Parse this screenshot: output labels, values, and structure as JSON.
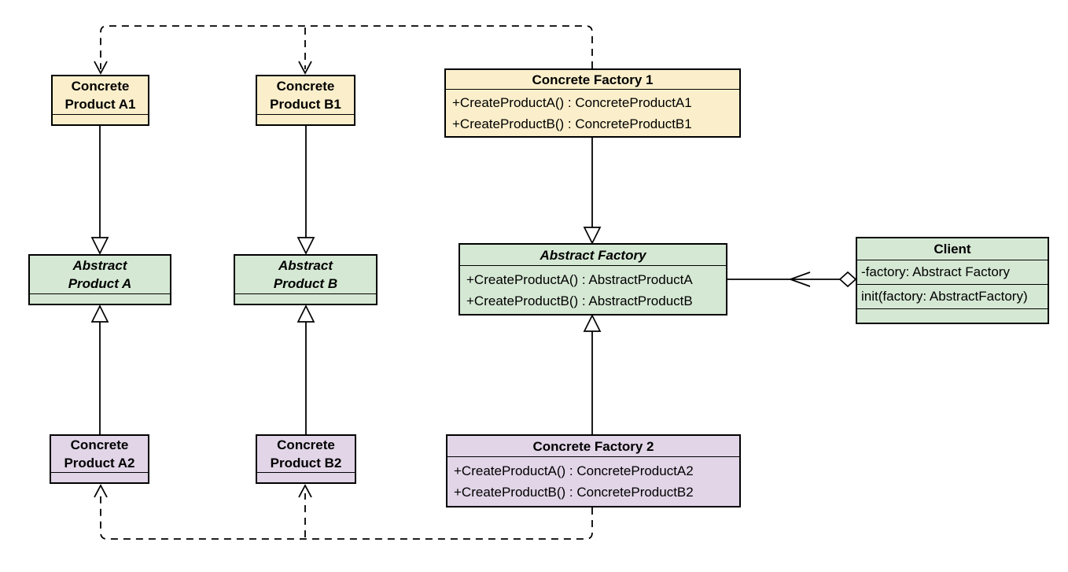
{
  "colors": {
    "yellow_fill": "#FBEFCB",
    "green_fill": "#D5E8D4",
    "purple_fill": "#E1D5E7",
    "stroke": "#000000"
  },
  "classes": {
    "concrete_product_a1": {
      "name": "Concrete Product A1"
    },
    "concrete_product_b1": {
      "name": "Concrete Product B1"
    },
    "concrete_factory_1": {
      "name": "Concrete Factory 1",
      "methods": [
        "+CreateProductA() : ConcreteProductA1",
        "+CreateProductB() : ConcreteProductB1"
      ]
    },
    "abstract_product_a": {
      "name": "Abstract Product A"
    },
    "abstract_product_b": {
      "name": "Abstract Product B"
    },
    "abstract_factory": {
      "name": "Abstract Factory",
      "methods": [
        "+CreateProductA() : AbstractProductA",
        "+CreateProductB() : AbstractProductB"
      ]
    },
    "client": {
      "name": "Client",
      "attributes": [
        "-factory: Abstract Factory"
      ],
      "methods": [
        "init(factory: AbstractFactory)"
      ]
    },
    "concrete_product_a2": {
      "name": "Concrete Product A2"
    },
    "concrete_product_b2": {
      "name": "Concrete Product B2"
    },
    "concrete_factory_2": {
      "name": "Concrete Factory 2",
      "methods": [
        "+CreateProductA() : ConcreteProductA2",
        "+CreateProductB() : ConcreteProductB2"
      ]
    }
  },
  "relationships": [
    {
      "from": "Concrete Product A1",
      "to": "Abstract Product A",
      "type": "generalization"
    },
    {
      "from": "Concrete Product B1",
      "to": "Abstract Product B",
      "type": "generalization"
    },
    {
      "from": "Concrete Product A2",
      "to": "Abstract Product A",
      "type": "generalization"
    },
    {
      "from": "Concrete Product B2",
      "to": "Abstract Product B",
      "type": "generalization"
    },
    {
      "from": "Concrete Factory 1",
      "to": "Abstract Factory",
      "type": "generalization"
    },
    {
      "from": "Concrete Factory 2",
      "to": "Abstract Factory",
      "type": "generalization"
    },
    {
      "from": "Concrete Factory 1",
      "to": "Concrete Product A1, Concrete Product B1",
      "type": "dependency-dashed"
    },
    {
      "from": "Concrete Factory 2",
      "to": "Concrete Product A2, Concrete Product B2",
      "type": "dependency-dashed"
    },
    {
      "from": "Client",
      "to": "Abstract Factory",
      "type": "aggregation"
    }
  ]
}
